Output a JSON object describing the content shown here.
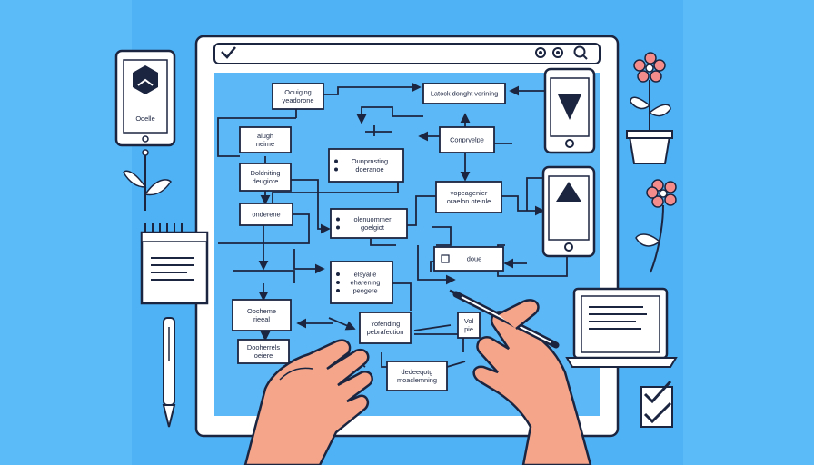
{
  "browser": {
    "toolbar_icons": [
      "check-icon",
      "circle-icon",
      "circle-icon",
      "search-icon"
    ]
  },
  "phone_left": {
    "label": "Ooelle"
  },
  "diagram": {
    "nodes": [
      {
        "id": "n1",
        "lines": [
          "Oouiging",
          "yeadorone"
        ]
      },
      {
        "id": "n2",
        "lines": [
          "Latock donght vorining"
        ]
      },
      {
        "id": "n3",
        "lines": [
          "aiugh",
          "neime"
        ]
      },
      {
        "id": "n4",
        "lines": [
          "Conpryelpe"
        ]
      },
      {
        "id": "n5",
        "lines": [
          "Doldniting",
          "deugiore"
        ]
      },
      {
        "id": "n6",
        "lines": [
          "Ounprnsting",
          "doeranoe"
        ]
      },
      {
        "id": "n7",
        "lines": [
          "vopeagenier",
          "oraelon oteinle"
        ]
      },
      {
        "id": "n8",
        "lines": [
          "onderene"
        ]
      },
      {
        "id": "n9",
        "lines": [
          "olenuommer",
          "goelgiot"
        ]
      },
      {
        "id": "n10",
        "lines": [
          "doue"
        ]
      },
      {
        "id": "n11",
        "lines": [
          "elsyalle",
          "eharening",
          "peogere"
        ]
      },
      {
        "id": "n12",
        "lines": [
          "Oocheme",
          "rieeal"
        ]
      },
      {
        "id": "n13",
        "lines": [
          "Yofending",
          "pebrafection"
        ]
      },
      {
        "id": "n14",
        "lines": [
          "Dooherrels",
          "oeiere"
        ]
      },
      {
        "id": "n15",
        "lines": [
          "dedeeqotg",
          "moaclemning"
        ]
      },
      {
        "id": "n16",
        "lines": [
          "Vol",
          "pie"
        ]
      }
    ]
  },
  "colors": {
    "background": "#4fb2f5",
    "screen": "#5cb8f7",
    "outline": "#1c2540",
    "skin": "#f4a58a",
    "flower": "#f58c8c",
    "leaf": "#ffffff"
  },
  "icons": [
    "phone-icon",
    "flower-icon",
    "notepad-icon",
    "pen-icon",
    "laptop-icon",
    "checkbox-icon",
    "hand-icon"
  ]
}
